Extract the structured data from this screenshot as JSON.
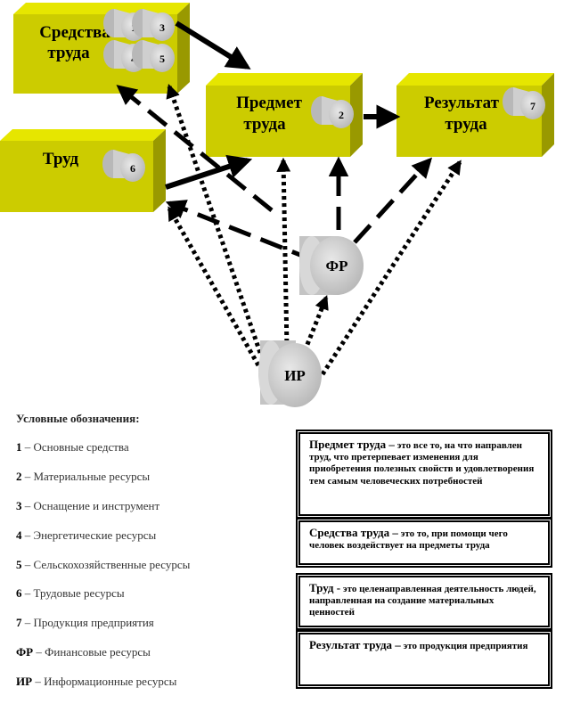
{
  "nodes": {
    "means": "Средства труда",
    "labor": "Труд",
    "object": "Предмет труда",
    "result": "Результат труда",
    "fr": "ФР",
    "ir": "ИР"
  },
  "cylinder_labels": [
    "1",
    "3",
    "4",
    "5",
    "2",
    "6",
    "7"
  ],
  "legend": {
    "title": "Условные обозначения:",
    "items": [
      {
        "key": "1",
        "text": " – Основные средства"
      },
      {
        "key": "2",
        "text": " – Материальные ресурсы"
      },
      {
        "key": "3",
        "text": " – Оснащение и инструмент"
      },
      {
        "key": "4",
        "text": " – Энергетические ресурсы"
      },
      {
        "key": "5",
        "text": " – Сельскохозяйственные ресурсы"
      },
      {
        "key": "6",
        "text": " – Трудовые ресурсы"
      },
      {
        "key": "7",
        "text": " – Продукция предприятия"
      },
      {
        "key": "ФР",
        "text": " – Финансовые ресурсы"
      },
      {
        "key": "ИР",
        "text": " – Информационные ресурсы"
      }
    ]
  },
  "definitions": [
    {
      "term": "Предмет труда –",
      "text": " это все то, на что направлен труд, что претерпевает изменения для приобретения полезных свойств и удовлетворения тем самым человеческих потребностей"
    },
    {
      "term": "Средства труда –",
      "text": " это то, при помощи чего человек воздействует на предметы труда"
    },
    {
      "term": "Труд -",
      "text": "  это целенаправленная деятельность людей, направленная на создание материальных ценностей"
    },
    {
      "term": "Результат труда –",
      "text": " это продукция предприятия"
    }
  ],
  "colors": {
    "box_front": "#cccc00",
    "box_top": "#e6e600",
    "box_side": "#999900",
    "cylinder": "#c8c8c8"
  }
}
